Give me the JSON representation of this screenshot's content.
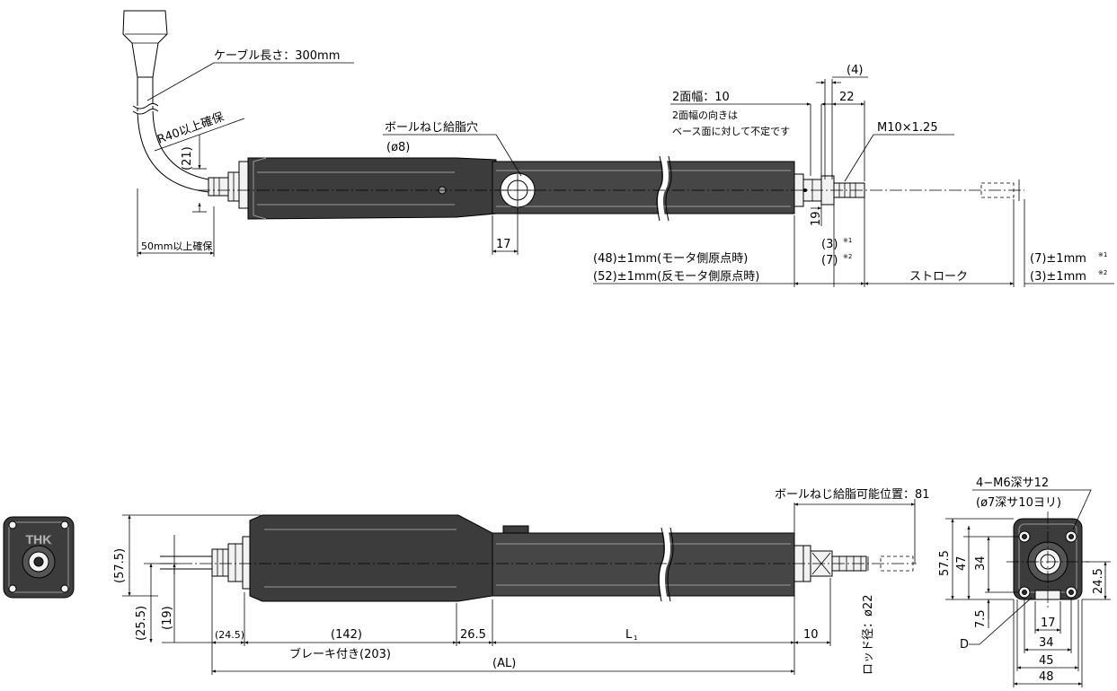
{
  "top_view": {
    "cable_length": "ケーブル長さ：300mm",
    "bend_radius": "R40以上確保",
    "clearance": "50mm以上確保",
    "dim_21": "(21)",
    "grease_hole_title": "ボールねじ給脂穴",
    "grease_hole_dia": "(ø8)",
    "dim_17": "17",
    "width_across_flats": "2面幅：10",
    "waf_note_line1": "2面幅の向きは",
    "waf_note_line2": "ベース面に対して不定です",
    "dim_4": "(4)",
    "dim_22": "22",
    "thread": "M10×1.25",
    "dim_19": "19",
    "dim_3_left": "(3)",
    "dim_7_left": "(7)",
    "note_mark_1": "※1",
    "note_mark_2": "※2",
    "origin_motor": "(48)±1mm(モータ側原点時)",
    "origin_reverse": "(52)±1mm(反モータ側原点時)",
    "stroke": "ストローク",
    "dim_7_right": "(7)±1mm",
    "dim_3_right": "(3)±1mm"
  },
  "front_view": {
    "brand": "THK"
  },
  "side_view": {
    "dim_57_5": "(57.5)",
    "dim_25_5": "(25.5)",
    "dim_19": "(19)",
    "dim_24_5": "(24.5)",
    "dim_142": "(142)",
    "brake": "ブレーキ付き(203)",
    "dim_26_5": "26.5",
    "l1": "L",
    "l1_sub": "1",
    "dim_10": "10",
    "al": "(AL)",
    "rod_dia": "ロッド径：ø22",
    "grease_position": "ボールねじ給脂可能位置：81"
  },
  "end_view": {
    "tap": "4−M6深サ12",
    "tap_sub": "(ø7深サ10ヨリ)",
    "dim_57_5": "57.5",
    "dim_47": "47",
    "dim_34_v": "34",
    "dim_24_5": "24.5",
    "dim_7_5": "7.5",
    "d_label": "D",
    "dim_17": "17",
    "dim_34_h": "34",
    "dim_45": "45",
    "dim_48": "48"
  }
}
